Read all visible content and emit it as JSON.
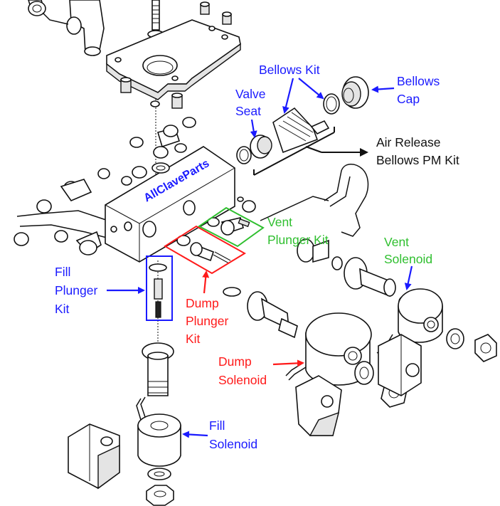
{
  "watermark": "AllClaveParts",
  "colors": {
    "blue": "#1a1aff",
    "red": "#ff1a1a",
    "green": "#2fbf2f",
    "black": "#111111"
  },
  "labels": {
    "bellows_kit": "Bellows Kit",
    "bellows_cap_1": "Bellows",
    "bellows_cap_2": "Cap",
    "valve_seat_1": "Valve",
    "valve_seat_2": "Seat",
    "air_release_1": "Air Release",
    "air_release_2": "Bellows PM Kit",
    "vent_plunger_1": "Vent",
    "vent_plunger_2": "Plunger Kit",
    "vent_solenoid_1": "Vent",
    "vent_solenoid_2": "Solenoid",
    "fill_plunger_1": "Fill",
    "fill_plunger_2": "Plunger",
    "fill_plunger_3": "Kit",
    "dump_plunger_1": "Dump",
    "dump_plunger_2": "Plunger",
    "dump_plunger_3": "Kit",
    "dump_solenoid_1": "Dump",
    "dump_solenoid_2": "Solenoid",
    "fill_solenoid_1": "Fill",
    "fill_solenoid_2": "Solenoid"
  }
}
